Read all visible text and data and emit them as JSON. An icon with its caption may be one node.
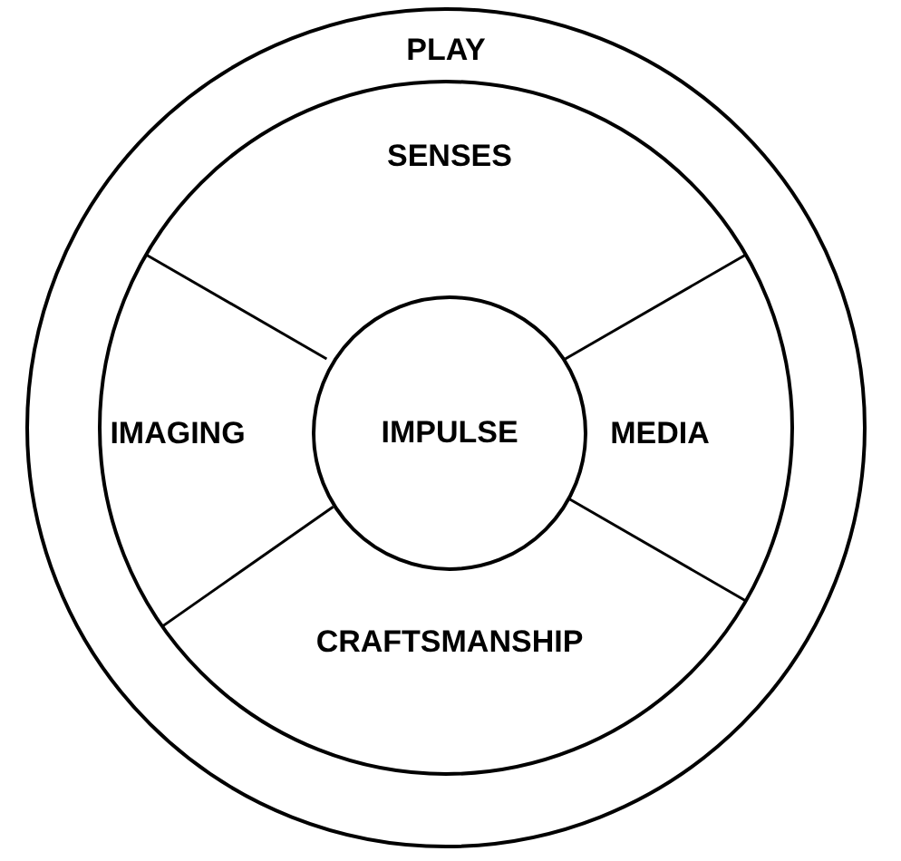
{
  "diagram": {
    "nodes": [
      {
        "text": [
          "PLAY"
        ]
      },
      {
        "text": [
          "SENSES"
        ],
        "in": 0
      },
      {
        "text": [
          "IMAGING"
        ],
        "in": 0
      },
      {
        "text": [
          "IMPULSE"
        ],
        "in": 0
      },
      {
        "text": [
          "MEDIA"
        ],
        "in": 0
      },
      {
        "text": [
          "CRAFTSMANSHIP"
        ],
        "in": 0
      }
    ]
  }
}
